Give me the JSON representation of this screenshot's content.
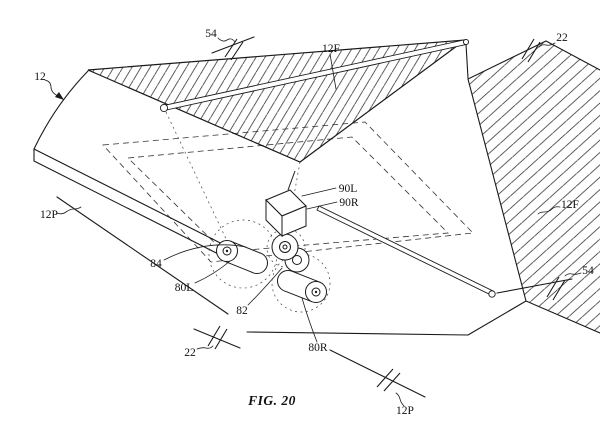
{
  "figure": {
    "caption": "FIG. 20",
    "labels": {
      "l54_top": "54",
      "l12f_top": "12F",
      "l22_top_right": "22",
      "l12": "12",
      "l12p_left": "12P",
      "l12f_right": "12F",
      "l90l": "90L",
      "l90r": "90R",
      "l84": "84",
      "l80l": "80L",
      "l82": "82",
      "l80r": "80R",
      "l54_right": "54",
      "l22_bottom_left": "22",
      "l12p_bottom_right": "12P"
    },
    "colors": {
      "line": "#1a1a1a",
      "background": "#ffffff"
    }
  }
}
